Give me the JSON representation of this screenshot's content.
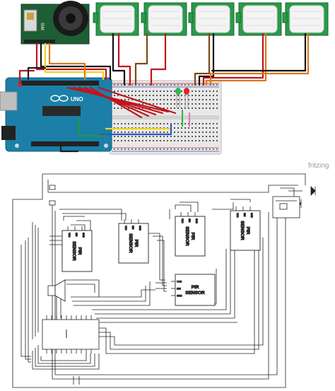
{
  "breadboard_view": {
    "gsm_module": {
      "label": "SIM"
    },
    "arduino": {
      "label": "UNO"
    },
    "pir_sensors": [
      {},
      {},
      {},
      {},
      {}
    ],
    "leds": {
      "green": "#2db84a",
      "red": "#e02424"
    },
    "wire_colors": {
      "red": "#c0141c",
      "black": "#111111",
      "yellow": "#f2d21a",
      "orange": "#d97a17",
      "brown": "#7a4a16",
      "blue": "#2a58c7",
      "green": "#1f9a3d",
      "pink": "#e07ab8"
    },
    "watermark": "fritzing"
  },
  "schematic": {
    "sensor_label": "PIR\nSENSOR",
    "pir_sensors": [
      {
        "line1": "PIR",
        "line2": "SENSOR",
        "pins": [
          "VDD",
          "SIG",
          "GND"
        ]
      },
      {
        "line1": "PIR",
        "line2": "SENSOR",
        "pins": [
          "VDD",
          "SIG",
          "GND"
        ]
      },
      {
        "line1": "PIR",
        "line2": "SENSOR",
        "pins": [
          "VDD",
          "SIG",
          "GND"
        ]
      },
      {
        "line1": "PIR",
        "line2": "SENSOR",
        "pins": [
          "VDD",
          "SIG",
          "GND"
        ]
      },
      {
        "line1": "PIR",
        "line2": "SENSOR",
        "pins": [
          "VDD",
          "SIG",
          "GND"
        ]
      }
    ],
    "speaker_symbol": "speaker-icon",
    "mcu_symbol": "arduino-chip",
    "gsm_symbol": "gsm-block"
  }
}
